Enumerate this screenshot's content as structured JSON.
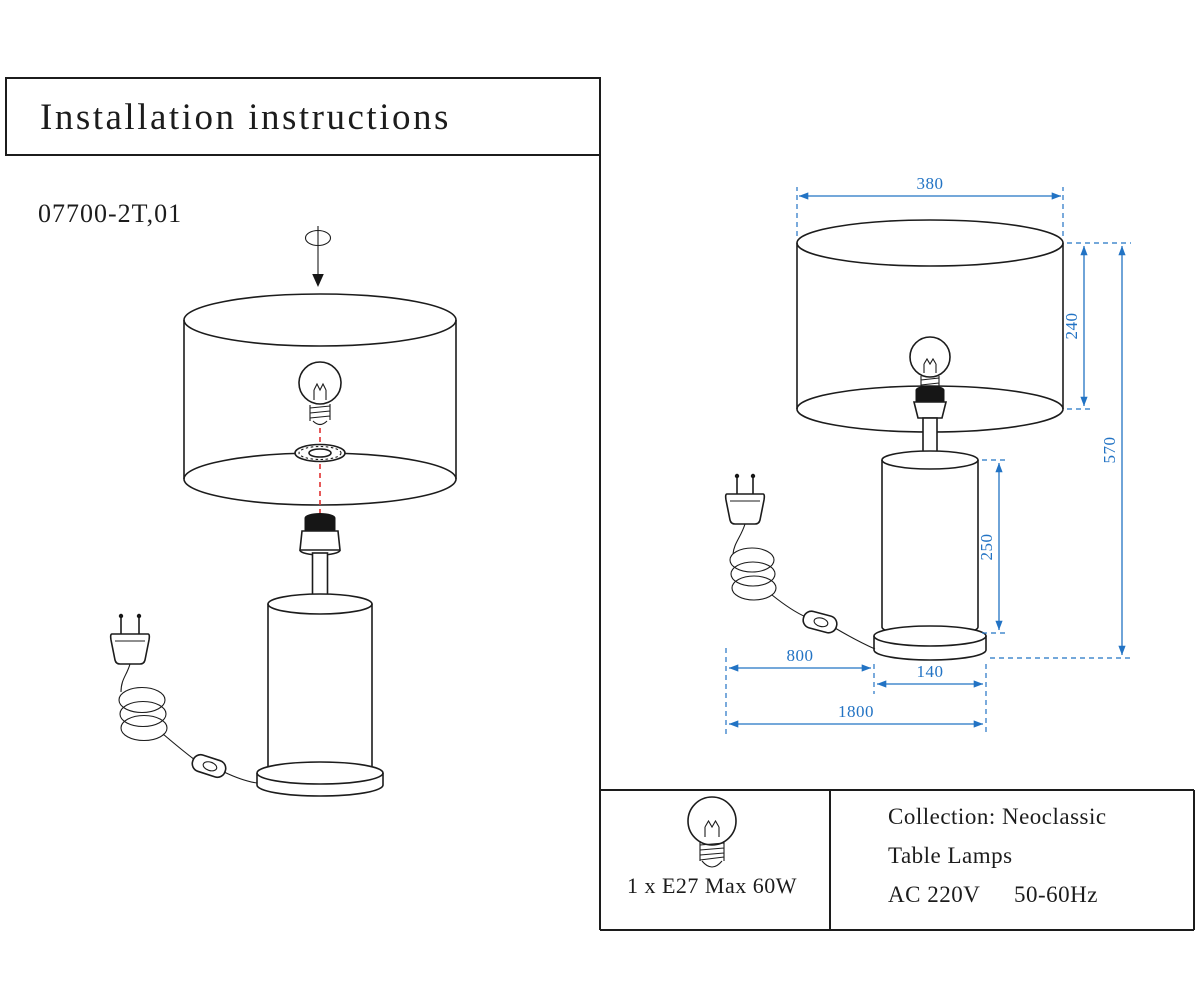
{
  "page": {
    "title": "Installation instructions",
    "model": "07700-2T,01"
  },
  "dimensions": {
    "shade_diameter": "380",
    "shade_height": "240",
    "total_height": "570",
    "base_height": "250",
    "base_diameter": "140",
    "cord_to_switch": "800",
    "cord_total": "1800"
  },
  "spec": {
    "bulb": "1 x E27 Max 60W"
  },
  "info": {
    "collection": "Collection: Neoclassic",
    "category": "Table Lamps",
    "voltage": "AC 220V",
    "frequency": "50-60Hz"
  },
  "colors": {
    "line": "#1c1c1c",
    "dimension_blue": "#2273c4",
    "alignment_red": "#e03131"
  }
}
